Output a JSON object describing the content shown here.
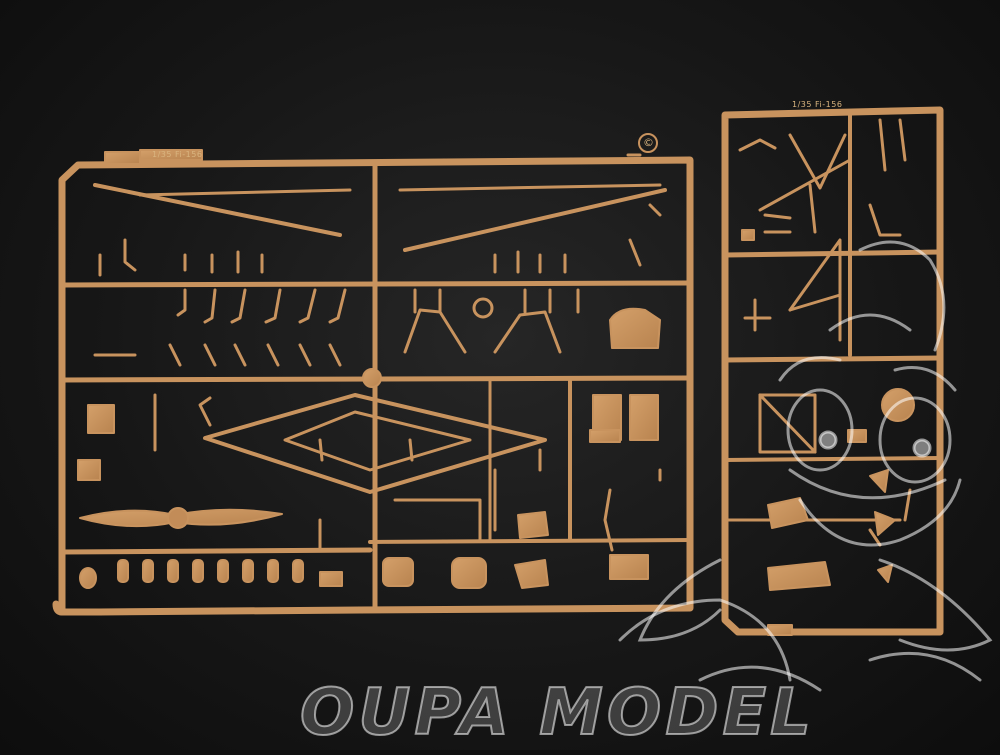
{
  "image": {
    "subject": "plastic model kit sprue frames",
    "plastic_color": "#c8935e",
    "background_color": "#141414"
  },
  "sprues": [
    {
      "name": "left-sprue",
      "scale_label": "1/35 Fi-156"
    },
    {
      "name": "right-sprue",
      "scale_label": "1/35 Fi-156"
    }
  ],
  "copyright_mark": "©",
  "watermark": {
    "text": "OUPA MODEL",
    "mascot": "cartoon-character-watermark-icon"
  }
}
